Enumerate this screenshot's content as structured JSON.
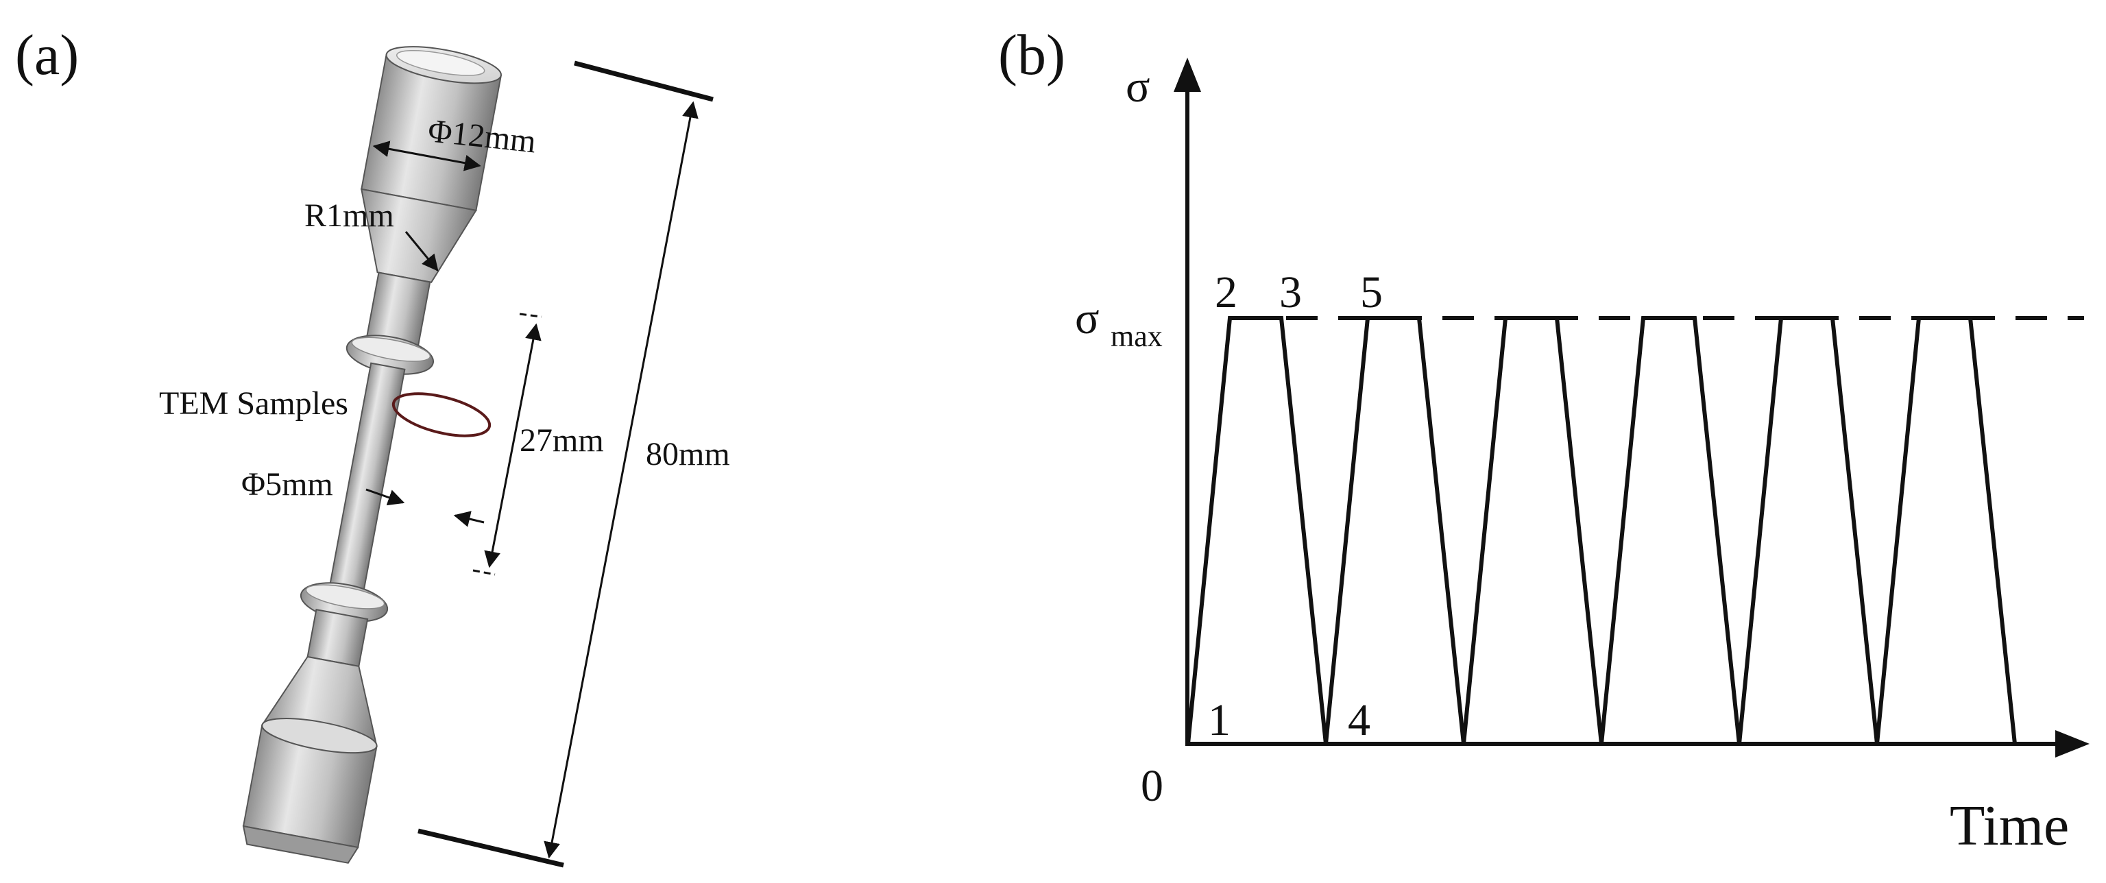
{
  "panel_a": {
    "label": "(a)",
    "dims": {
      "head_diameter": "Φ12mm",
      "fillet_radius": "R1mm",
      "tem_samples": "TEM Samples",
      "gauge_length": "27mm",
      "total_length": "80mm",
      "gauge_diameter": "Φ5mm"
    }
  },
  "panel_b": {
    "label": "(b)",
    "y_axis_symbol": "σ",
    "sigma_max_main": "σ",
    "sigma_max_sub": "max",
    "origin_label": "0",
    "x_axis_label": "Time",
    "points": [
      "1",
      "2",
      "3",
      "4",
      "5"
    ]
  },
  "colors": {
    "ink": "#111111",
    "metal": "#b9b9b9",
    "ellipse": "#5a1a1a"
  }
}
